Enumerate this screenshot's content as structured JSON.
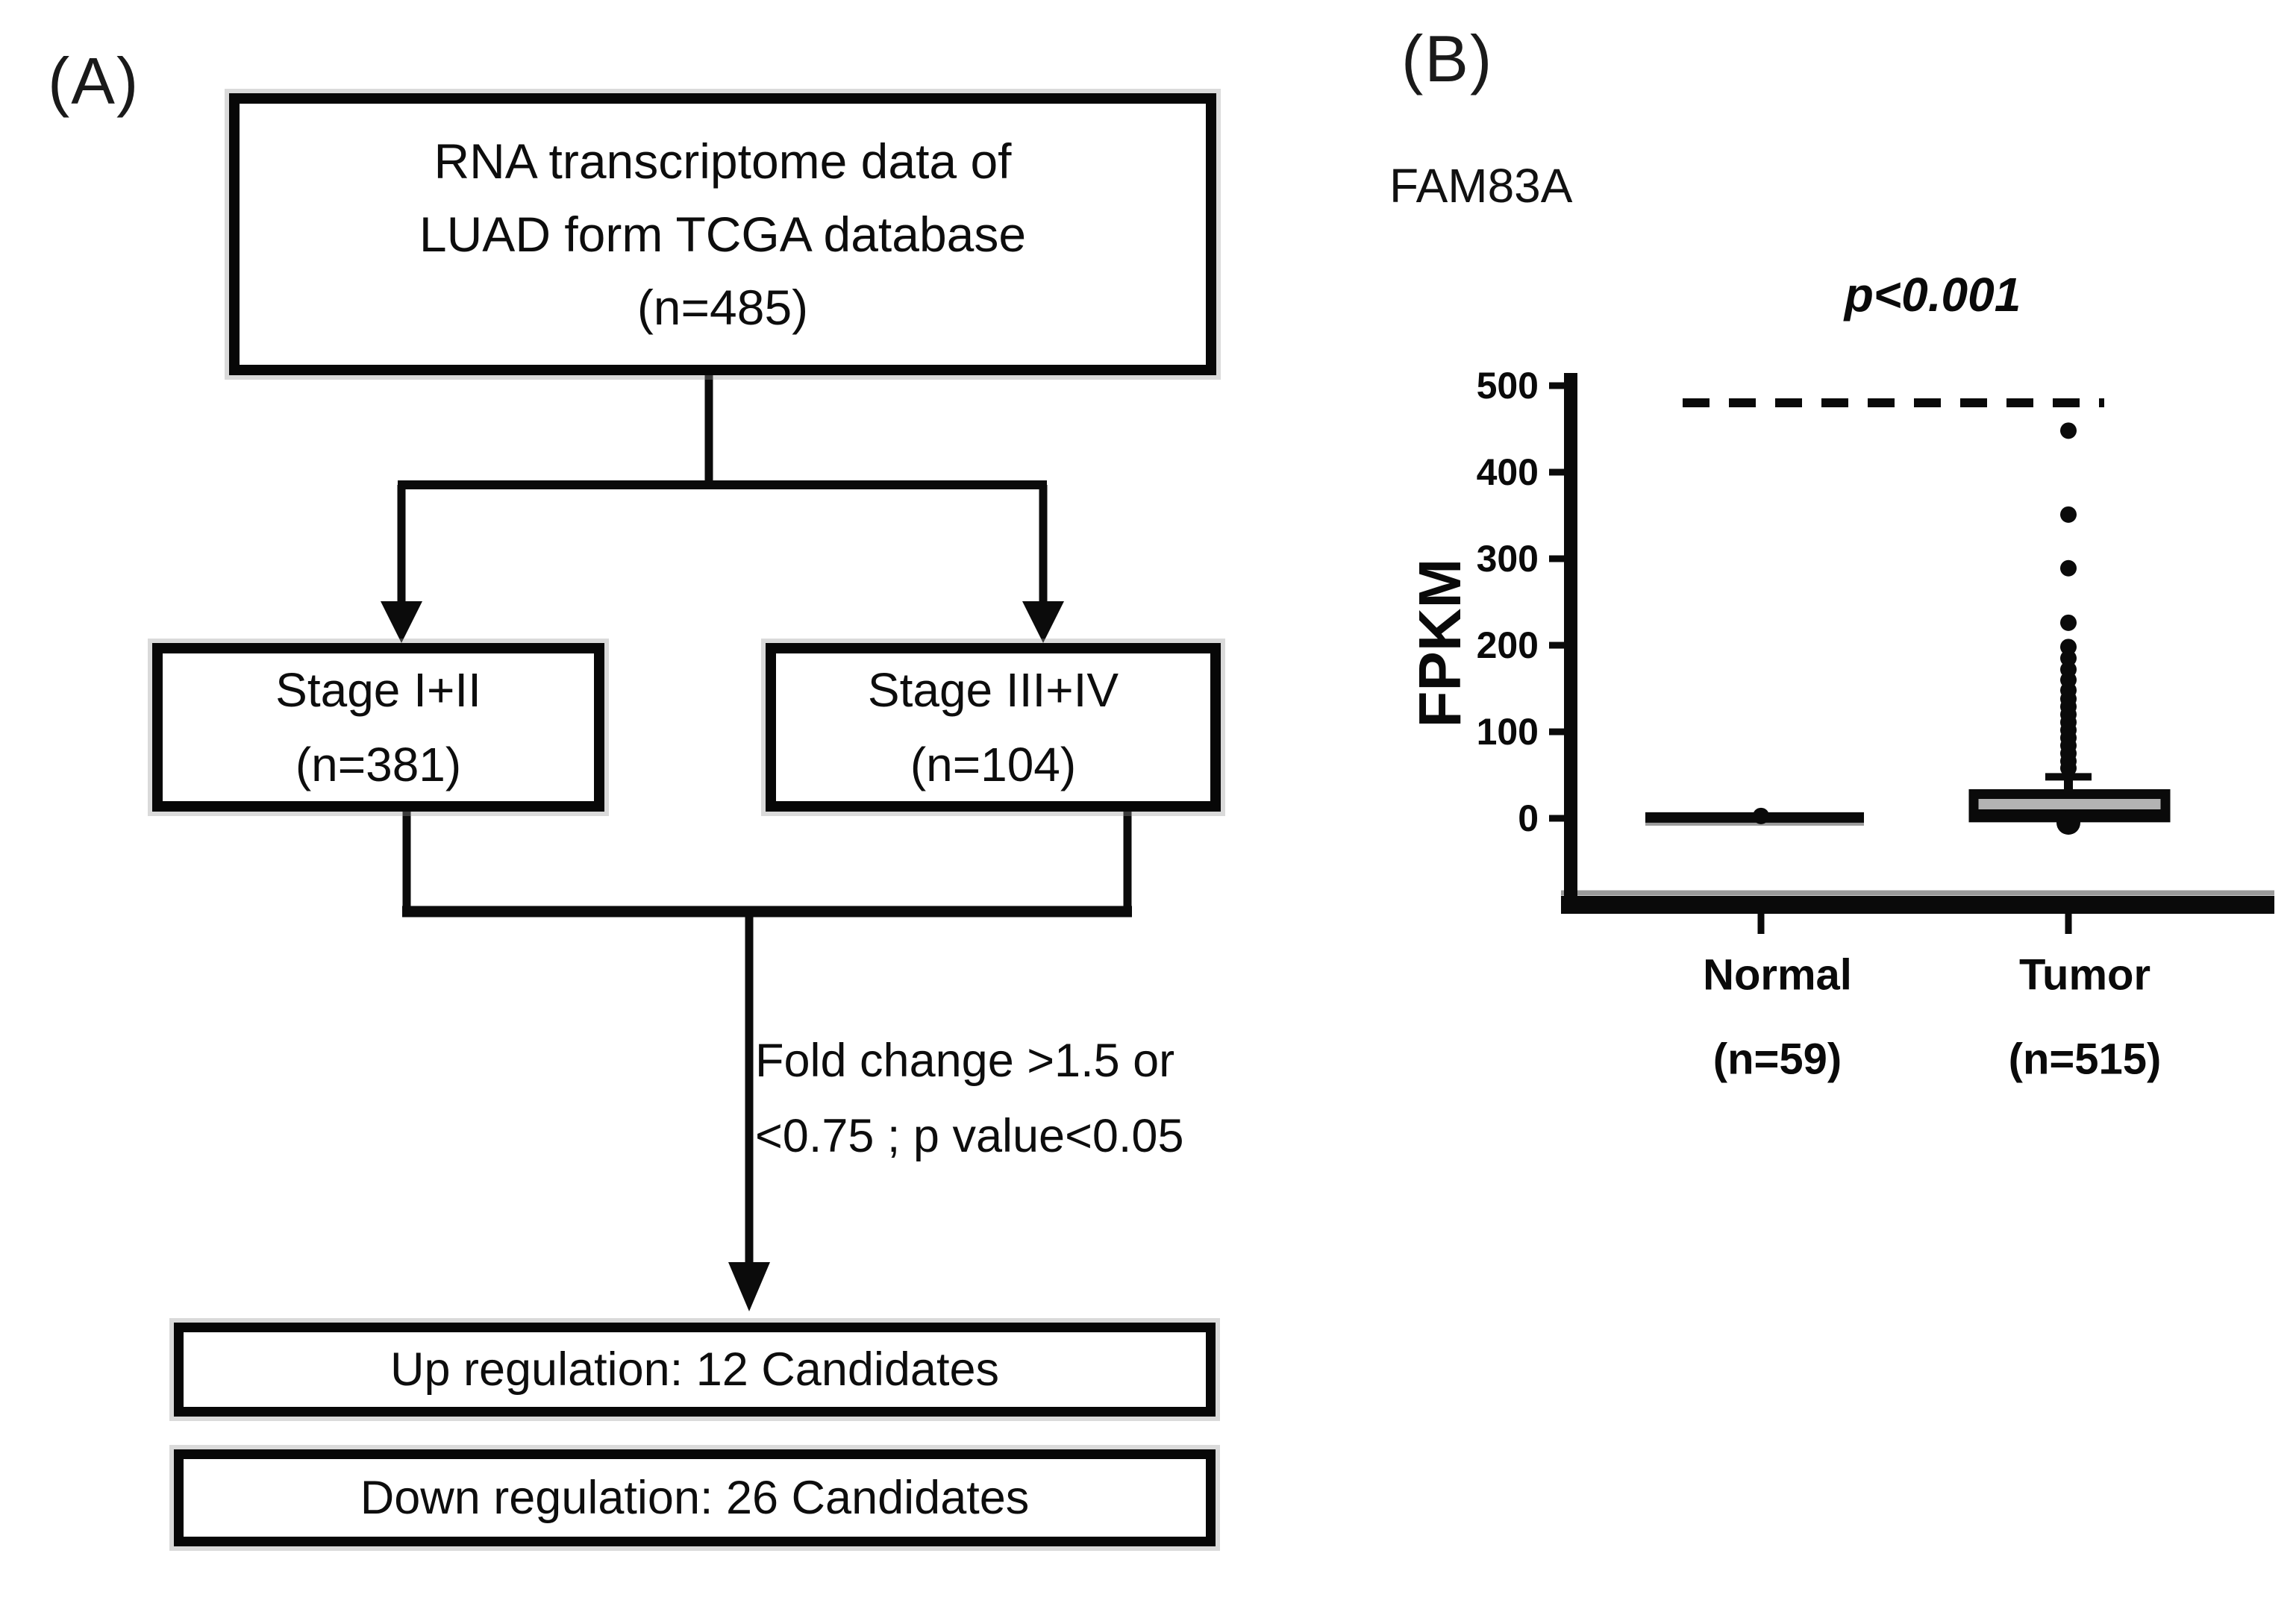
{
  "panel_a": {
    "label": "(A)",
    "top_box": {
      "lines": [
        "RNA transcriptome data of",
        "LUAD form TCGA database",
        "(n=485)"
      ]
    },
    "left_box": {
      "lines": [
        "Stage I+II",
        "(n=381)"
      ]
    },
    "right_box": {
      "lines": [
        "Stage III+IV",
        "(n=104)"
      ]
    },
    "filter_note": {
      "lines": [
        "Fold change >1.5 or",
        "<0.75 ; p value<0.05"
      ]
    },
    "up_box": {
      "text": "Up regulation: 12 Candidates"
    },
    "down_box": {
      "text": "Down regulation: 26 Candidates"
    }
  },
  "panel_b": {
    "label": "(B)",
    "gene": "FAM83A",
    "p_value": "p<0.001",
    "ylabel": "FPKM",
    "groups": [
      {
        "name": "Normal",
        "n_label": "(n=59)"
      },
      {
        "name": "Tumor",
        "n_label": "(n=515)"
      }
    ]
  },
  "colors": {
    "ink": "#0a0a0a",
    "box_fill": "#b3b3b3",
    "ghost": "#9a9a9a"
  },
  "chart_data": {
    "type": "boxplot",
    "title": "FAM83A",
    "xlabel": "",
    "ylabel": "FPKM",
    "ylim": [
      0,
      500
    ],
    "yticks": [
      0,
      100,
      200,
      300,
      400,
      500
    ],
    "annotation": "p<0.001",
    "grid": false,
    "categories": [
      "Normal (n=59)",
      "Tumor (n=515)"
    ],
    "series": [
      {
        "name": "Normal",
        "n": 59,
        "median": 1,
        "q1": 0,
        "q3": 2,
        "whisker_low": 0,
        "whisker_high": 3,
        "outliers": []
      },
      {
        "name": "Tumor",
        "n": 515,
        "median": 6,
        "q1": 1,
        "q3": 28,
        "whisker_low": 0,
        "whisker_high": 48,
        "outliers": [
          58,
          66,
          75,
          84,
          93,
          102,
          111,
          120,
          129,
          138,
          148,
          160,
          172,
          185,
          198,
          226,
          289,
          351,
          448
        ]
      }
    ]
  }
}
